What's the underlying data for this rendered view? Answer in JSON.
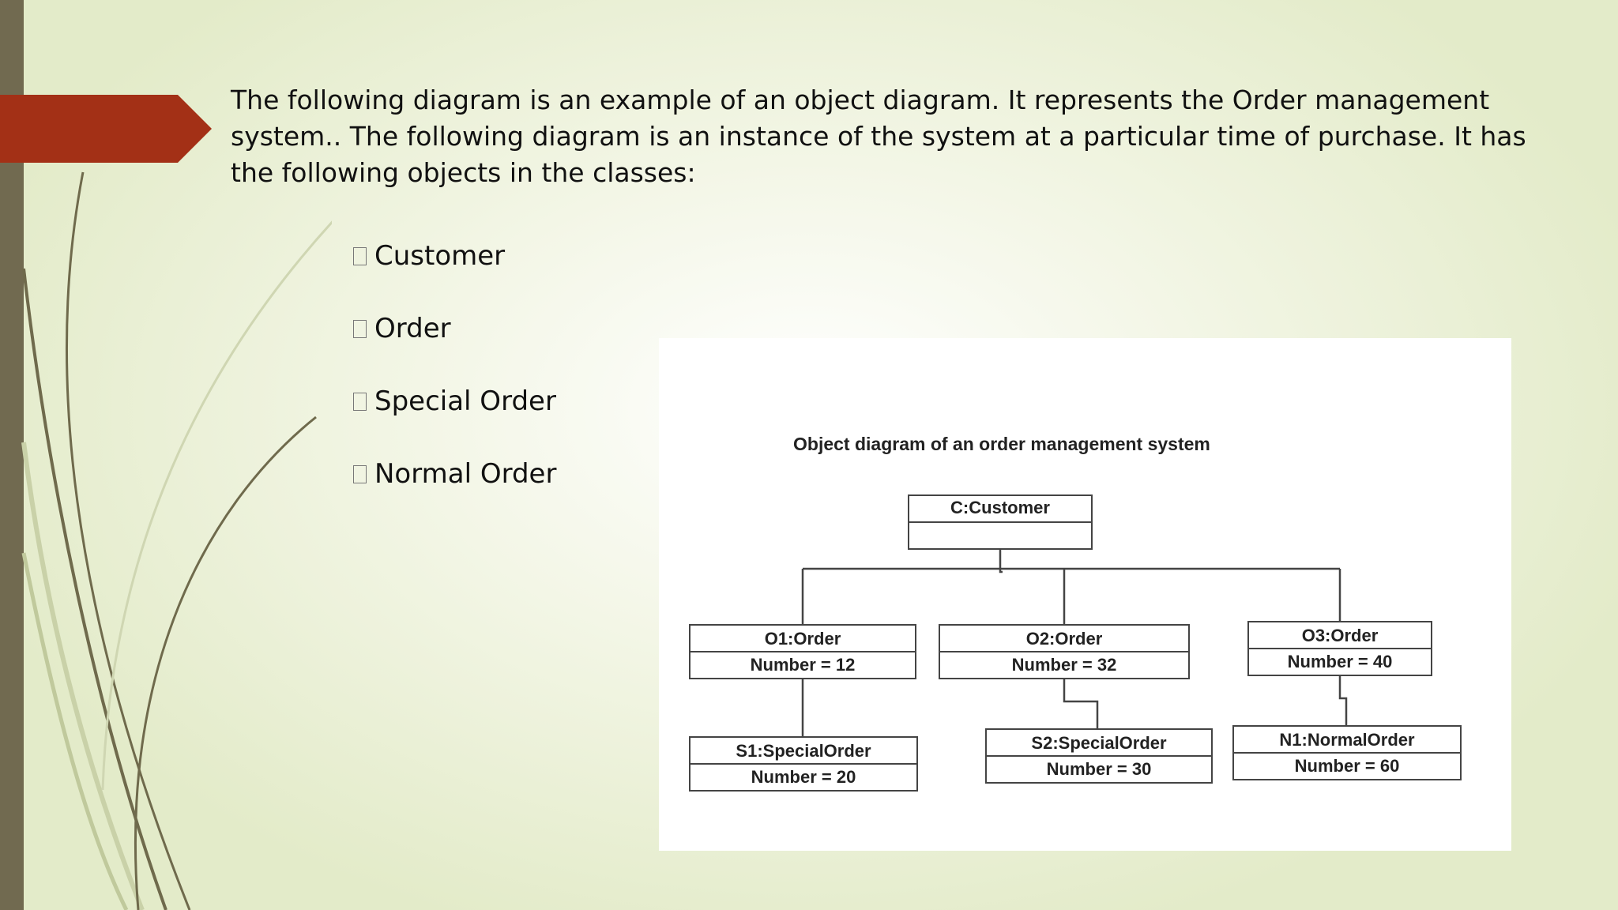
{
  "slide": {
    "intro_text": "The following diagram is an example of an object diagram. It represents the Order management system.. The following diagram is an instance of the system at a particular time of purchase. It has the following objects in the classes:",
    "bullets": [
      "Customer",
      "Order",
      "Special Order",
      "Normal Order"
    ]
  },
  "diagram": {
    "title": "Object diagram of an order management system",
    "customer": {
      "name": "C:Customer",
      "attr": ""
    },
    "o1": {
      "name": "O1:Order",
      "attr": "Number = 12"
    },
    "o2": {
      "name": "O2:Order",
      "attr": "Number = 32"
    },
    "o3": {
      "name": "O3:Order",
      "attr": "Number = 40"
    },
    "s1": {
      "name": "S1:SpecialOrder",
      "attr": "Number = 20"
    },
    "s2": {
      "name": "S2:SpecialOrder",
      "attr": "Number = 30"
    },
    "n1": {
      "name": "N1:NormalOrder",
      "attr": "Number = 60"
    }
  },
  "colors": {
    "accent_arrow": "#a33016",
    "side_bar": "#716a50",
    "line": "#444444"
  }
}
